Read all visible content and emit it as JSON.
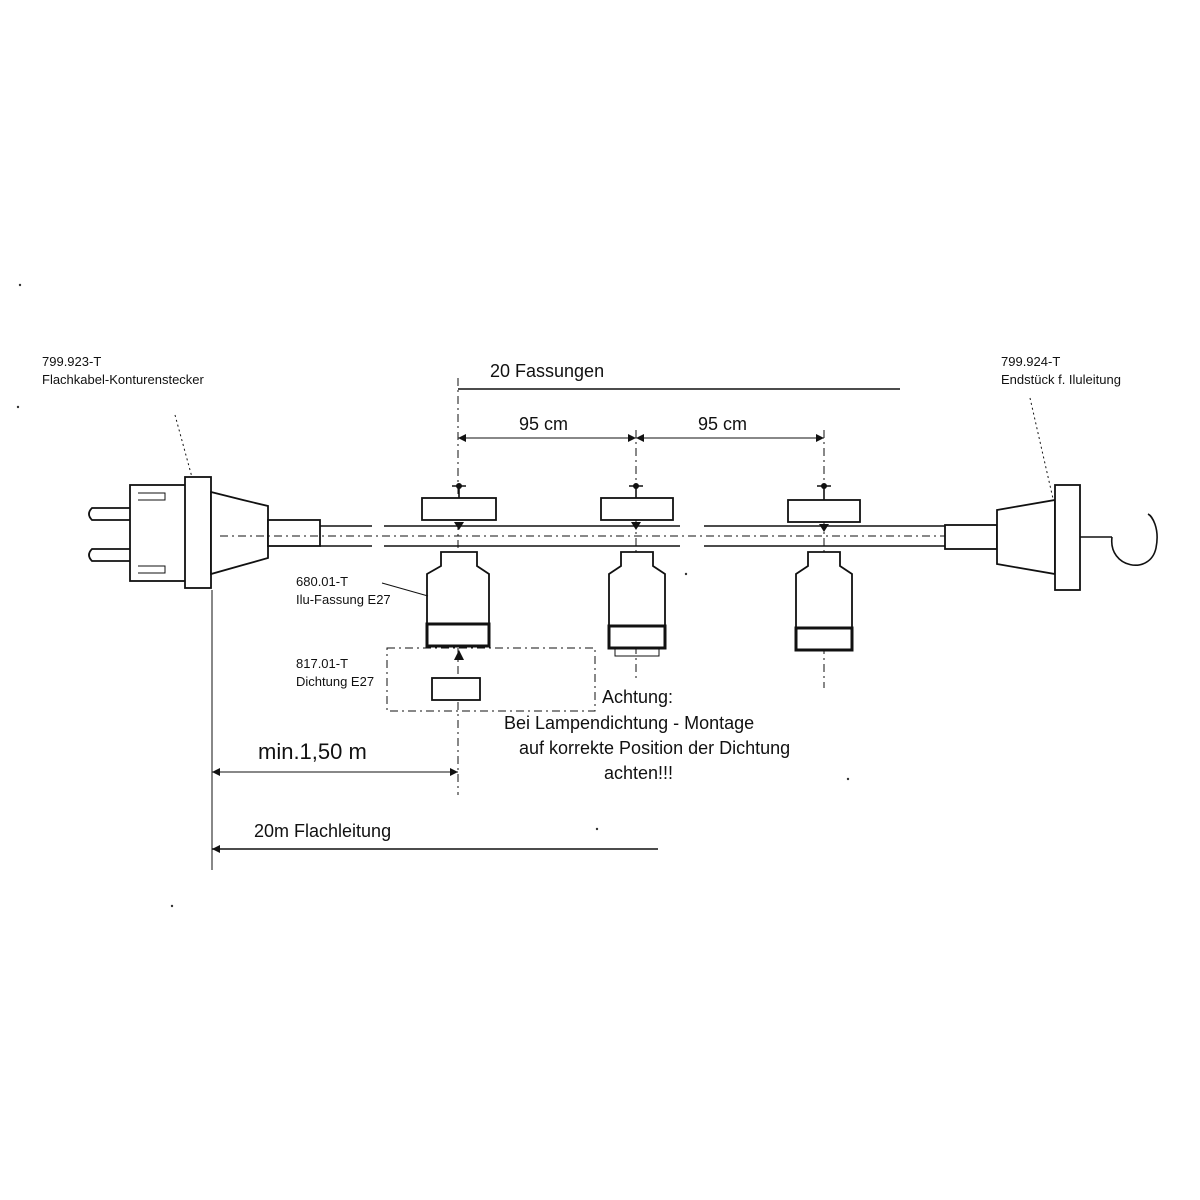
{
  "labels": {
    "plug_code": "799.923-T",
    "plug_name": "Flachkabel-Konturenstecker",
    "end_code": "799.924-T",
    "end_name": "Endstück f. Iluleitung",
    "sockets_count": "20 Fassungen",
    "spacing_1": "95 cm",
    "spacing_2": "95 cm",
    "socket_code": "680.01-T",
    "socket_name": "Ilu-Fassung E27",
    "seal_code": "817.01-T",
    "seal_name": "Dichtung E27",
    "warning_title": "Achtung:",
    "warning_line1": "Bei Lampendichtung  -  Montage",
    "warning_line2": "auf korrekte Position der Dichtung",
    "warning_line3": "achten!!!",
    "min_distance": "min.1,50 m",
    "cable_length": "20m Flachleitung"
  },
  "colors": {
    "ink": "#111111",
    "paper": "#ffffff"
  }
}
